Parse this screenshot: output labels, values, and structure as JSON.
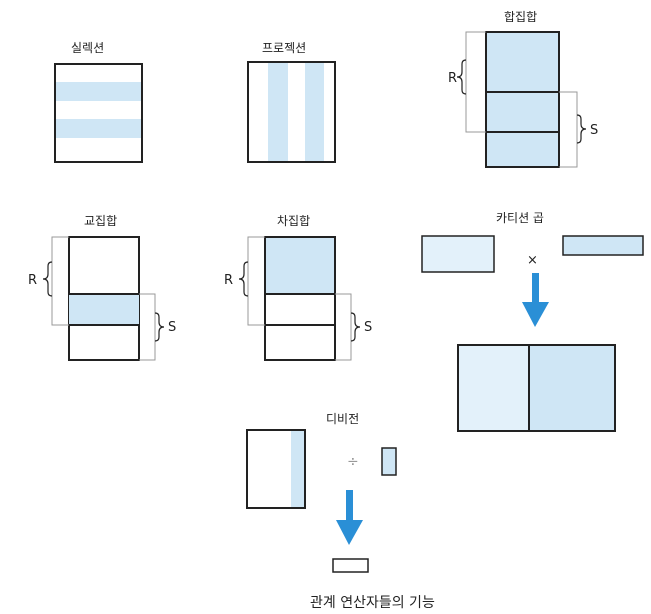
{
  "colors": {
    "fill_light_blue": "#cfe6f5",
    "fill_pale_blue": "#e3f1fa",
    "stroke": "#222222",
    "bracket": "#999999",
    "arrow": "#2a8fd6"
  },
  "operations": {
    "selection": "실렉션",
    "projection": "프로젝션",
    "union": "합집합",
    "intersection": "교집합",
    "difference": "차집합",
    "cartesian_product": "카티션 곱",
    "division": "디비전"
  },
  "relations": {
    "r": "R",
    "s": "S"
  },
  "symbols": {
    "times": "×",
    "divide": "÷"
  },
  "caption": "관계 연산자들의 기능"
}
